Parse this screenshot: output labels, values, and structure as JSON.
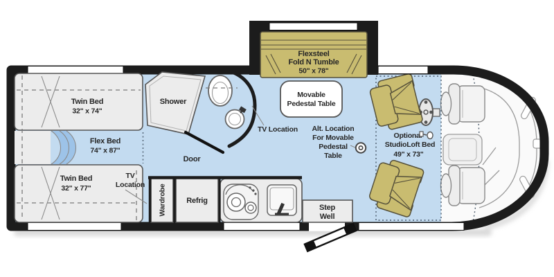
{
  "title": "Motorhome floor plan",
  "colors": {
    "floor": "#c3dbf0",
    "floor_accent": "#9dc3e8",
    "wall": "#1c1c1c",
    "fixture": "#ececec",
    "upholstery": "#c9bc70",
    "upholstery_outline": "#55503a",
    "outline": "#555555",
    "text": "#262626",
    "cab_bg": "#fafafa"
  },
  "labels": {
    "twin_bed_top": "Twin Bed",
    "twin_bed_top_dims": "32\" x 74\"",
    "flex_bed": "Flex Bed",
    "flex_bed_dims": "74\" x 87\"",
    "twin_bed_bottom": "Twin Bed",
    "twin_bed_bottom_dims": "32\" x 77\"",
    "shower": "Shower",
    "door": "Door",
    "tv_location_bath": "TV Location",
    "tv_location_bed_line1": "TV",
    "tv_location_bed_line2": "Location",
    "wardrobe": "Wardrobe",
    "refrig": "Refrig",
    "sofa_line1": "Flexsteel",
    "sofa_line2": "Fold N Tumble",
    "sofa_dims": "50\" x 78\"",
    "table_line1": "Movable",
    "table_line2": "Pedestal Table",
    "alt_line1": "Alt. Location",
    "alt_line2": "For Movable",
    "alt_line3": "Pedestal",
    "alt_line4": "Table",
    "loft_line1": "Optional",
    "loft_line2": "StudioLoft Bed",
    "loft_dims": "49\" x 73\"",
    "step_line1": "Step",
    "step_line2": "Well"
  }
}
